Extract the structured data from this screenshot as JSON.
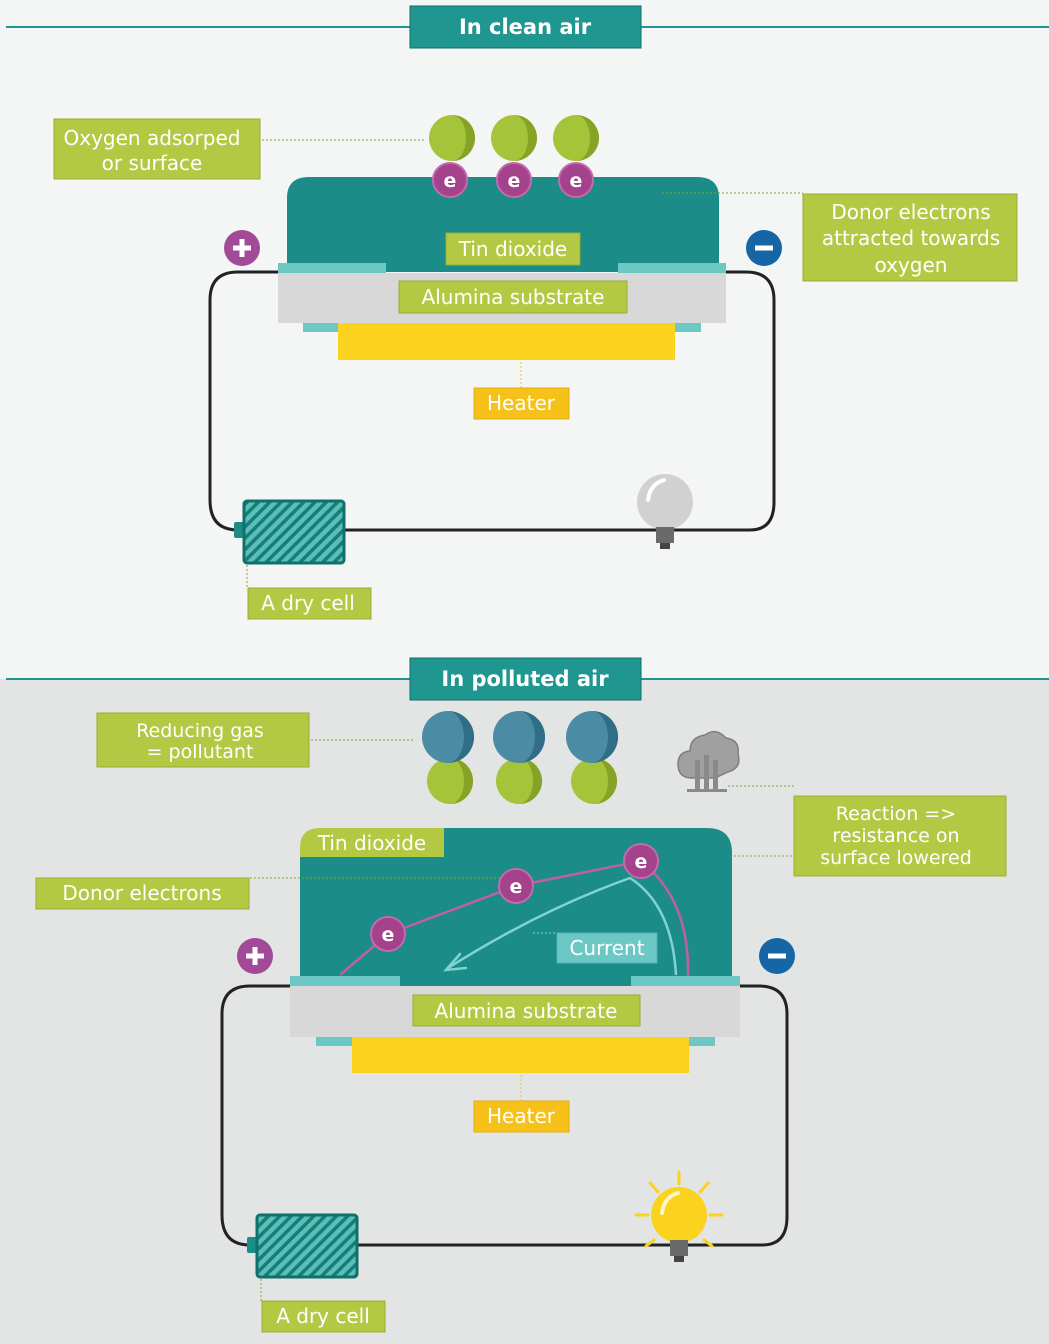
{
  "colors": {
    "teal": "#1b8c87",
    "teal_header": "#1f9790",
    "label_green": "#b3c944",
    "molecule_green": "#a6c43a",
    "electron_purple": "#a4438c",
    "plus_purple": "#a24a98",
    "minus_blue": "#1666a5",
    "gas_blue": "#4b8ca4",
    "contact_cyan": "#6cc8c5",
    "alumina_grey": "#d8d8d8",
    "heater_yellow": "#fbd31f",
    "heater_label": "#f6c21a",
    "bulb_lit": "#fbd31f",
    "bulb_off": "#d1d1d1"
  },
  "clean": {
    "header": "In clean air",
    "oxygen_label": [
      "Oxygen adsorped",
      "or surface"
    ],
    "electron_symbol": "e",
    "tin_dioxide": "Tin dioxide",
    "donor_label": [
      "Donor electrons",
      "attracted towards",
      "oxygen"
    ],
    "alumina": "Alumina substrate",
    "heater": "Heater",
    "dry_cell": "A dry cell",
    "plus_symbol": "+",
    "minus_symbol": "−",
    "bulb_icon": "lightbulb-off-icon",
    "battery_icon": "battery-icon"
  },
  "polluted": {
    "header": "In polluted air",
    "reducing_label": [
      "Reducing gas",
      "= pollutant"
    ],
    "tin_dioxide": "Tin dioxide",
    "reaction_label": [
      "Reaction =>",
      "resistance on",
      "surface lowered"
    ],
    "donor_label": "Donor electrons",
    "current": "Current",
    "electron_symbol": "e",
    "alumina": "Alumina substrate",
    "heater": "Heater",
    "dry_cell": "A dry cell",
    "plus_symbol": "+",
    "minus_symbol": "−",
    "bulb_icon": "lightbulb-lit-icon",
    "factory_icon": "factory-smoke-icon",
    "battery_icon": "battery-icon"
  }
}
